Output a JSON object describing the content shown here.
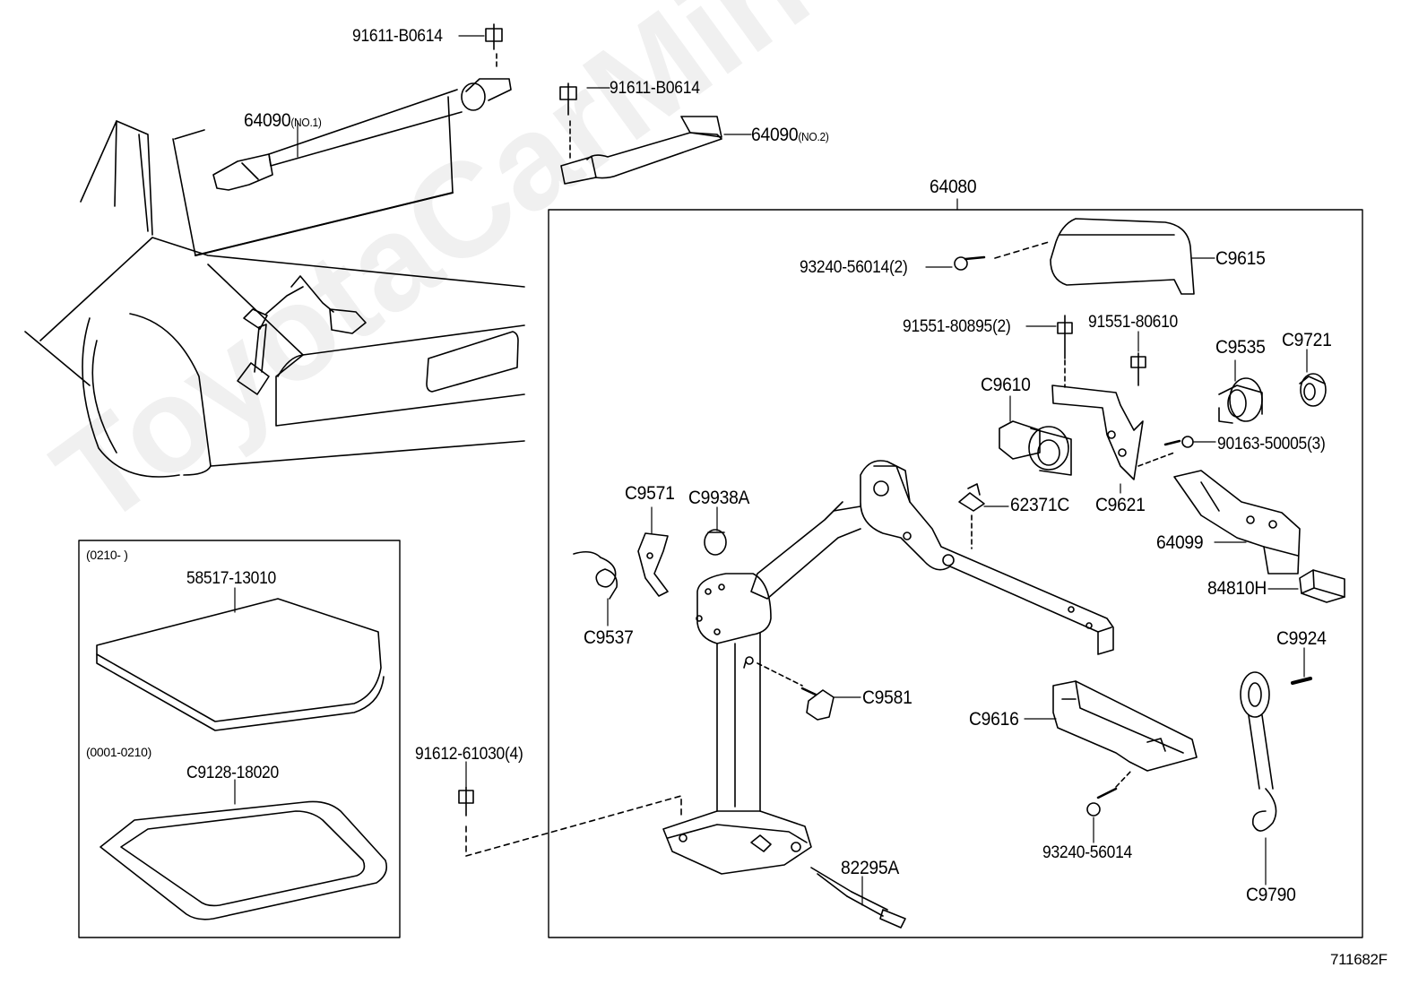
{
  "figure_id": "711682F",
  "watermark": "ToyotaCarMine.ru",
  "assembly_label": "64080",
  "parts": {
    "bolt_top_a": "91611-B0614",
    "strap_no1": "64090",
    "strap_no1_suffix": "(NO.1)",
    "bolt_top_b": "91611-B0614",
    "strap_no2": "64090",
    "strap_no2_suffix": "(NO.2)",
    "screw_cover": "93240-56014(2)",
    "cover": "C9615",
    "bolt_bracket_a": "91551-80895(2)",
    "bolt_bracket_b": "91551-80610",
    "c9535": "C9535",
    "c9721": "C9721",
    "c9610": "C9610",
    "bolt_90163": "90163-50005(3)",
    "c9621": "C9621",
    "c9571": "C9571",
    "c9938a": "C9938A",
    "nut_62371c": "62371C",
    "bracket_64099": "64099",
    "switch_84810h": "84810H",
    "c9537": "C9537",
    "c9924": "C9924",
    "knob_c9581": "C9581",
    "c9616": "C9616",
    "bolt_91612": "91612-61030(4)",
    "screw_93240": "93240-56014",
    "c9790": "C9790",
    "part_82295a": "82295A"
  },
  "inset": {
    "period_a": "(0210-        )",
    "mat": "58517-13010",
    "period_b": "(0001-0210)",
    "frame": "C9128-18020"
  }
}
